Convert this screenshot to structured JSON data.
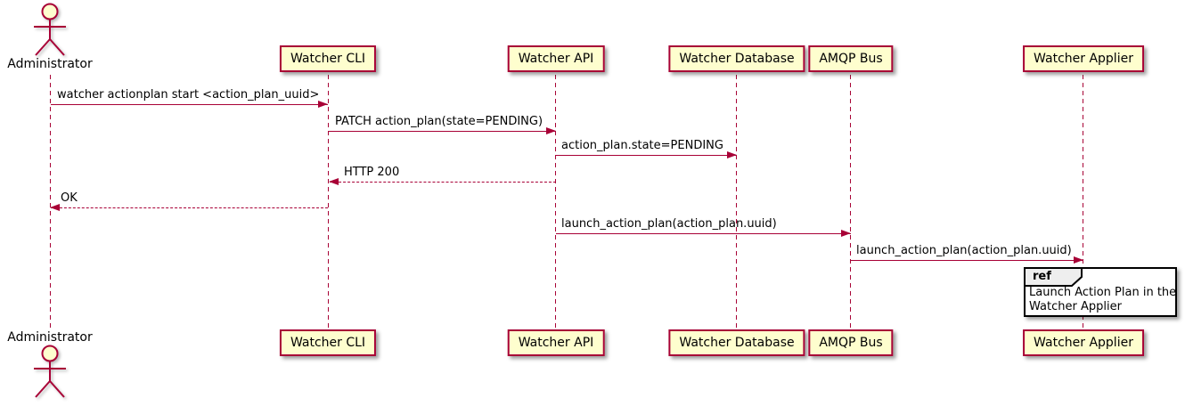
{
  "diagram": {
    "type": "uml-sequence-diagram",
    "style": "plantuml-classic"
  },
  "colors": {
    "participant_fill": "#FEFECE",
    "participant_border": "#A80036",
    "lifeline": "#A80036",
    "arrow": "#A80036",
    "text": "#000000",
    "ref_border": "#000000",
    "ref_header_fill": "#EEEEEE",
    "ref_body_fill": "#FFFFFF"
  },
  "actor": {
    "label": "Administrator"
  },
  "participants": [
    {
      "label": "Watcher CLI"
    },
    {
      "label": "Watcher API"
    },
    {
      "label": "Watcher Database"
    },
    {
      "label": "AMQP Bus"
    },
    {
      "label": "Watcher Applier"
    }
  ],
  "messages": [
    {
      "from": "Administrator",
      "to": "Watcher CLI",
      "label": "watcher actionplan start <action_plan_uuid>",
      "style": "solid"
    },
    {
      "from": "Watcher CLI",
      "to": "Watcher API",
      "label": "PATCH action_plan(state=PENDING)",
      "style": "solid"
    },
    {
      "from": "Watcher API",
      "to": "Watcher Database",
      "label": "action_plan.state=PENDING",
      "style": "solid"
    },
    {
      "from": "Watcher API",
      "to": "Watcher CLI",
      "label": "HTTP 200",
      "style": "dashed"
    },
    {
      "from": "Watcher CLI",
      "to": "Administrator",
      "label": "OK",
      "style": "dashed"
    },
    {
      "from": "Watcher API",
      "to": "AMQP Bus",
      "label": "launch_action_plan(action_plan.uuid)",
      "style": "solid"
    },
    {
      "from": "AMQP Bus",
      "to": "Watcher Applier",
      "label": "launch_action_plan(action_plan.uuid)",
      "style": "solid"
    }
  ],
  "ref": {
    "keyword": "ref",
    "line1": "Launch Action Plan in the",
    "line2": "Watcher Applier"
  }
}
